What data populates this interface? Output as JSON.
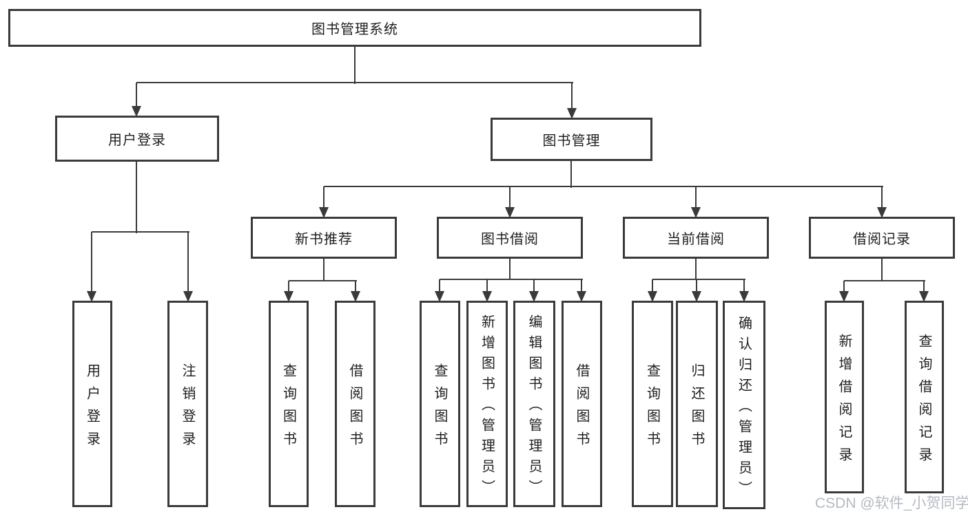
{
  "title": "图书管理系统",
  "branches": [
    {
      "label": "用户登录",
      "children": [
        {
          "label": "用户登录"
        },
        {
          "label": "注销登录"
        }
      ]
    },
    {
      "label": "图书管理",
      "children": [
        {
          "label": "新书推荐",
          "children": [
            {
              "label": "查询图书"
            },
            {
              "label": "借阅图书"
            }
          ]
        },
        {
          "label": "图书借阅",
          "children": [
            {
              "label": "查询图书"
            },
            {
              "label": "新增图书（管理员）"
            },
            {
              "label": "编辑图书（管理员）"
            },
            {
              "label": "借阅图书"
            }
          ]
        },
        {
          "label": "当前借阅",
          "children": [
            {
              "label": "查询图书"
            },
            {
              "label": "归还图书"
            },
            {
              "label": "确认归还（管理员）"
            }
          ]
        },
        {
          "label": "借阅记录",
          "children": [
            {
              "label": "新增借阅记录"
            },
            {
              "label": "查询借阅记录"
            }
          ]
        }
      ]
    }
  ],
  "watermark": "CSDN @软件_小贺同学",
  "colors": {
    "line": "#3a3a3a",
    "text": "#1e1e1e",
    "watermark": "#b5bac1",
    "background": "#ffffff"
  }
}
